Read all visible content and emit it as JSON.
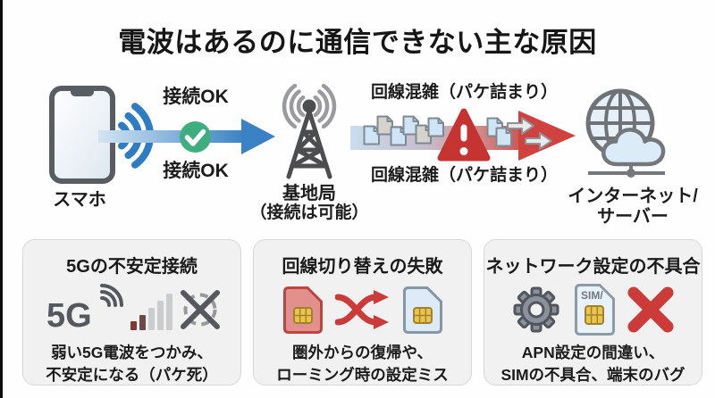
{
  "title": "電波はあるのに通信できない主な原因",
  "flow": {
    "phone_label": "スマホ",
    "link_ok_top": "接続OK",
    "link_ok_bottom": "接続OK",
    "base_station_label": "基地局",
    "base_station_note": "（接続は可能）",
    "congestion_top": "回線混雑（パケ詰まり）",
    "congestion_bottom": "回線混雑（パケ詰まり）",
    "internet_label_1": "インターネット/",
    "internet_label_2": "サーバー"
  },
  "cards": [
    {
      "title": "5Gの不安定接続",
      "icon_text": "5G",
      "desc_1": "弱い5G電波をつかみ、",
      "desc_2": "不安定になる（パケ死）"
    },
    {
      "title": "回線切り替えの失敗",
      "desc_1": "圏外からの復帰や、",
      "desc_2": "ローミング時の設定ミス"
    },
    {
      "title": "ネットワーク設定の不具合",
      "icon_text": "SIM/",
      "desc_1": "APN設定の間違い、",
      "desc_2": "SIMの不具合、端末のバグ"
    }
  ],
  "colors": {
    "accent_blue": "#3a82c4",
    "accent_green": "#3eae80",
    "accent_red": "#cc3b38",
    "dark_gray": "#4c4d4f",
    "card_bg": "#f1f1f2"
  }
}
